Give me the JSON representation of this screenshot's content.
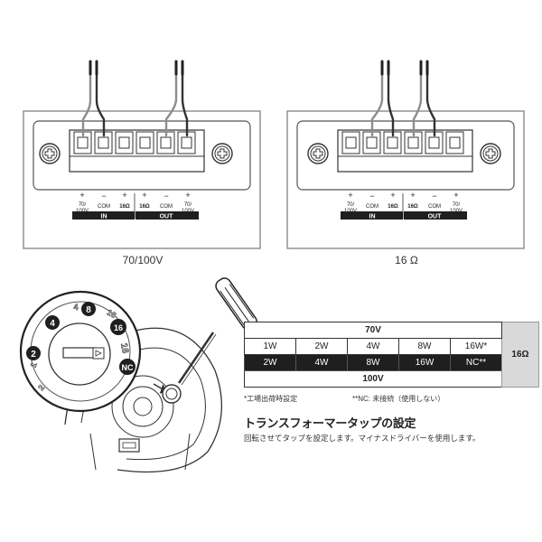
{
  "left_panel": {
    "caption": "70/100V",
    "labels": {
      "in": {
        "plus1": "+",
        "v1": "70/",
        "v2": "100V",
        "minus": "−",
        "com": "COM",
        "plus2": "+",
        "ohm": "16Ω",
        "band": "IN"
      },
      "out": {
        "plus1": "+",
        "ohm": "16Ω",
        "minus": "−",
        "com": "COM",
        "plus2": "+",
        "v1": "70/",
        "v2": "100V",
        "band": "OUT"
      }
    }
  },
  "right_panel": {
    "caption": "16 Ω",
    "labels": {
      "in": {
        "plus1": "+",
        "v1": "70/",
        "v2": "100V",
        "minus": "−",
        "com": "COM",
        "plus2": "+",
        "ohm": "16Ω",
        "band": "IN"
      },
      "out": {
        "plus1": "+",
        "ohm": "16Ω",
        "minus": "−",
        "com": "COM",
        "plus2": "+",
        "v1": "70/",
        "v2": "100V",
        "band": "OUT"
      }
    }
  },
  "dial": {
    "marks": [
      "1",
      "2",
      "4",
      "8",
      "16",
      "16",
      "NC"
    ],
    "worn_marks": [
      "1",
      "2",
      "4",
      "8",
      "16"
    ],
    "emphasis_marks": [
      "2",
      "4",
      "8",
      "16"
    ]
  },
  "table": {
    "header_70v": "70V",
    "row_70v": [
      "1W",
      "2W",
      "4W",
      "8W",
      "16W*"
    ],
    "row_100v": [
      "2W",
      "4W",
      "8W",
      "16W",
      "NC**"
    ],
    "header_100v": "100V",
    "side_label": "16Ω"
  },
  "notes": {
    "factory": "*工場出荷時設定",
    "nc": "**NC: 未接続（使用しない）"
  },
  "heading": "トランスフォーマータップの設定",
  "instruction": "回転させてタップを設定します。マイナスドライバーを使用します。",
  "colors": {
    "dark": "#1f1f1f",
    "panel_border": "#8a8a8a",
    "side_fill": "#d9d9d9",
    "wire_gray": "#8c8c8c"
  }
}
